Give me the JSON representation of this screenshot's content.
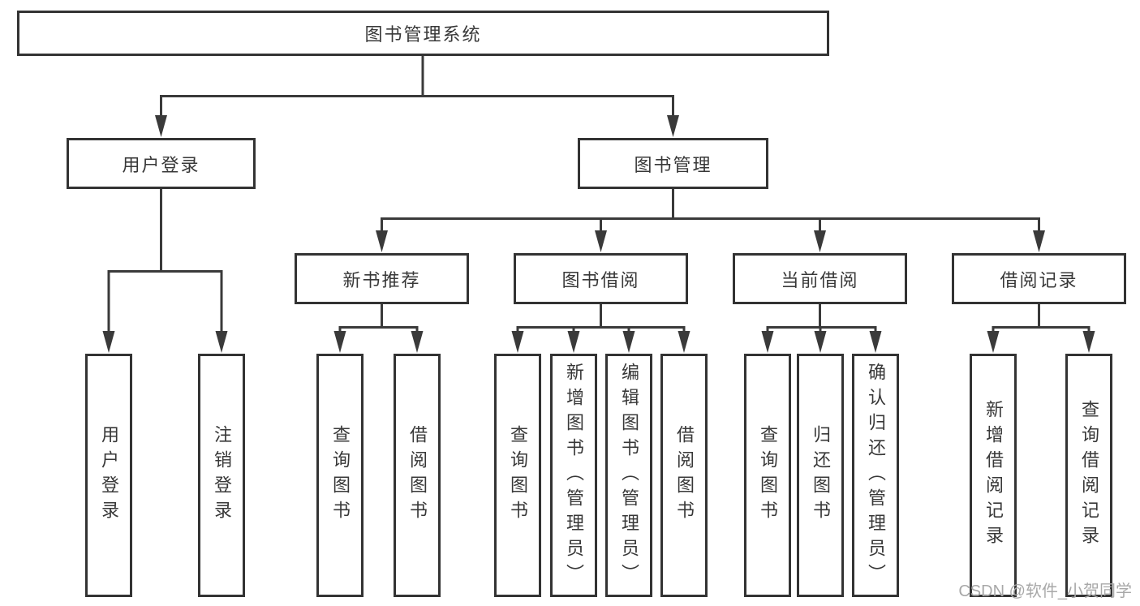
{
  "tree": {
    "root": "图书管理系统",
    "level1": [
      "用户登录",
      "图书管理"
    ],
    "level2": [
      "新书推荐",
      "图书借阅",
      "当前借阅",
      "借阅记录"
    ],
    "leaves": {
      "user_login": [
        "用户登录",
        "注销登录"
      ],
      "new_book_recommend": [
        "查询图书",
        "借阅图书"
      ],
      "book_borrow": [
        "查询图书",
        "新增图书（管理员）",
        "编辑图书（管理员）",
        "借阅图书"
      ],
      "current_borrow": [
        "查询图书",
        "归还图书",
        "确认归还（管理员）"
      ],
      "borrow_records": [
        "新增借阅记录",
        "查询借阅记录"
      ]
    }
  },
  "watermark": "CSDN @软件_小贺同学",
  "colors": {
    "line": "#3a3a3a",
    "box_border": "#333333",
    "box_fill": "#ffffff",
    "text": "#383838",
    "watermark": "#a8a8a8"
  }
}
